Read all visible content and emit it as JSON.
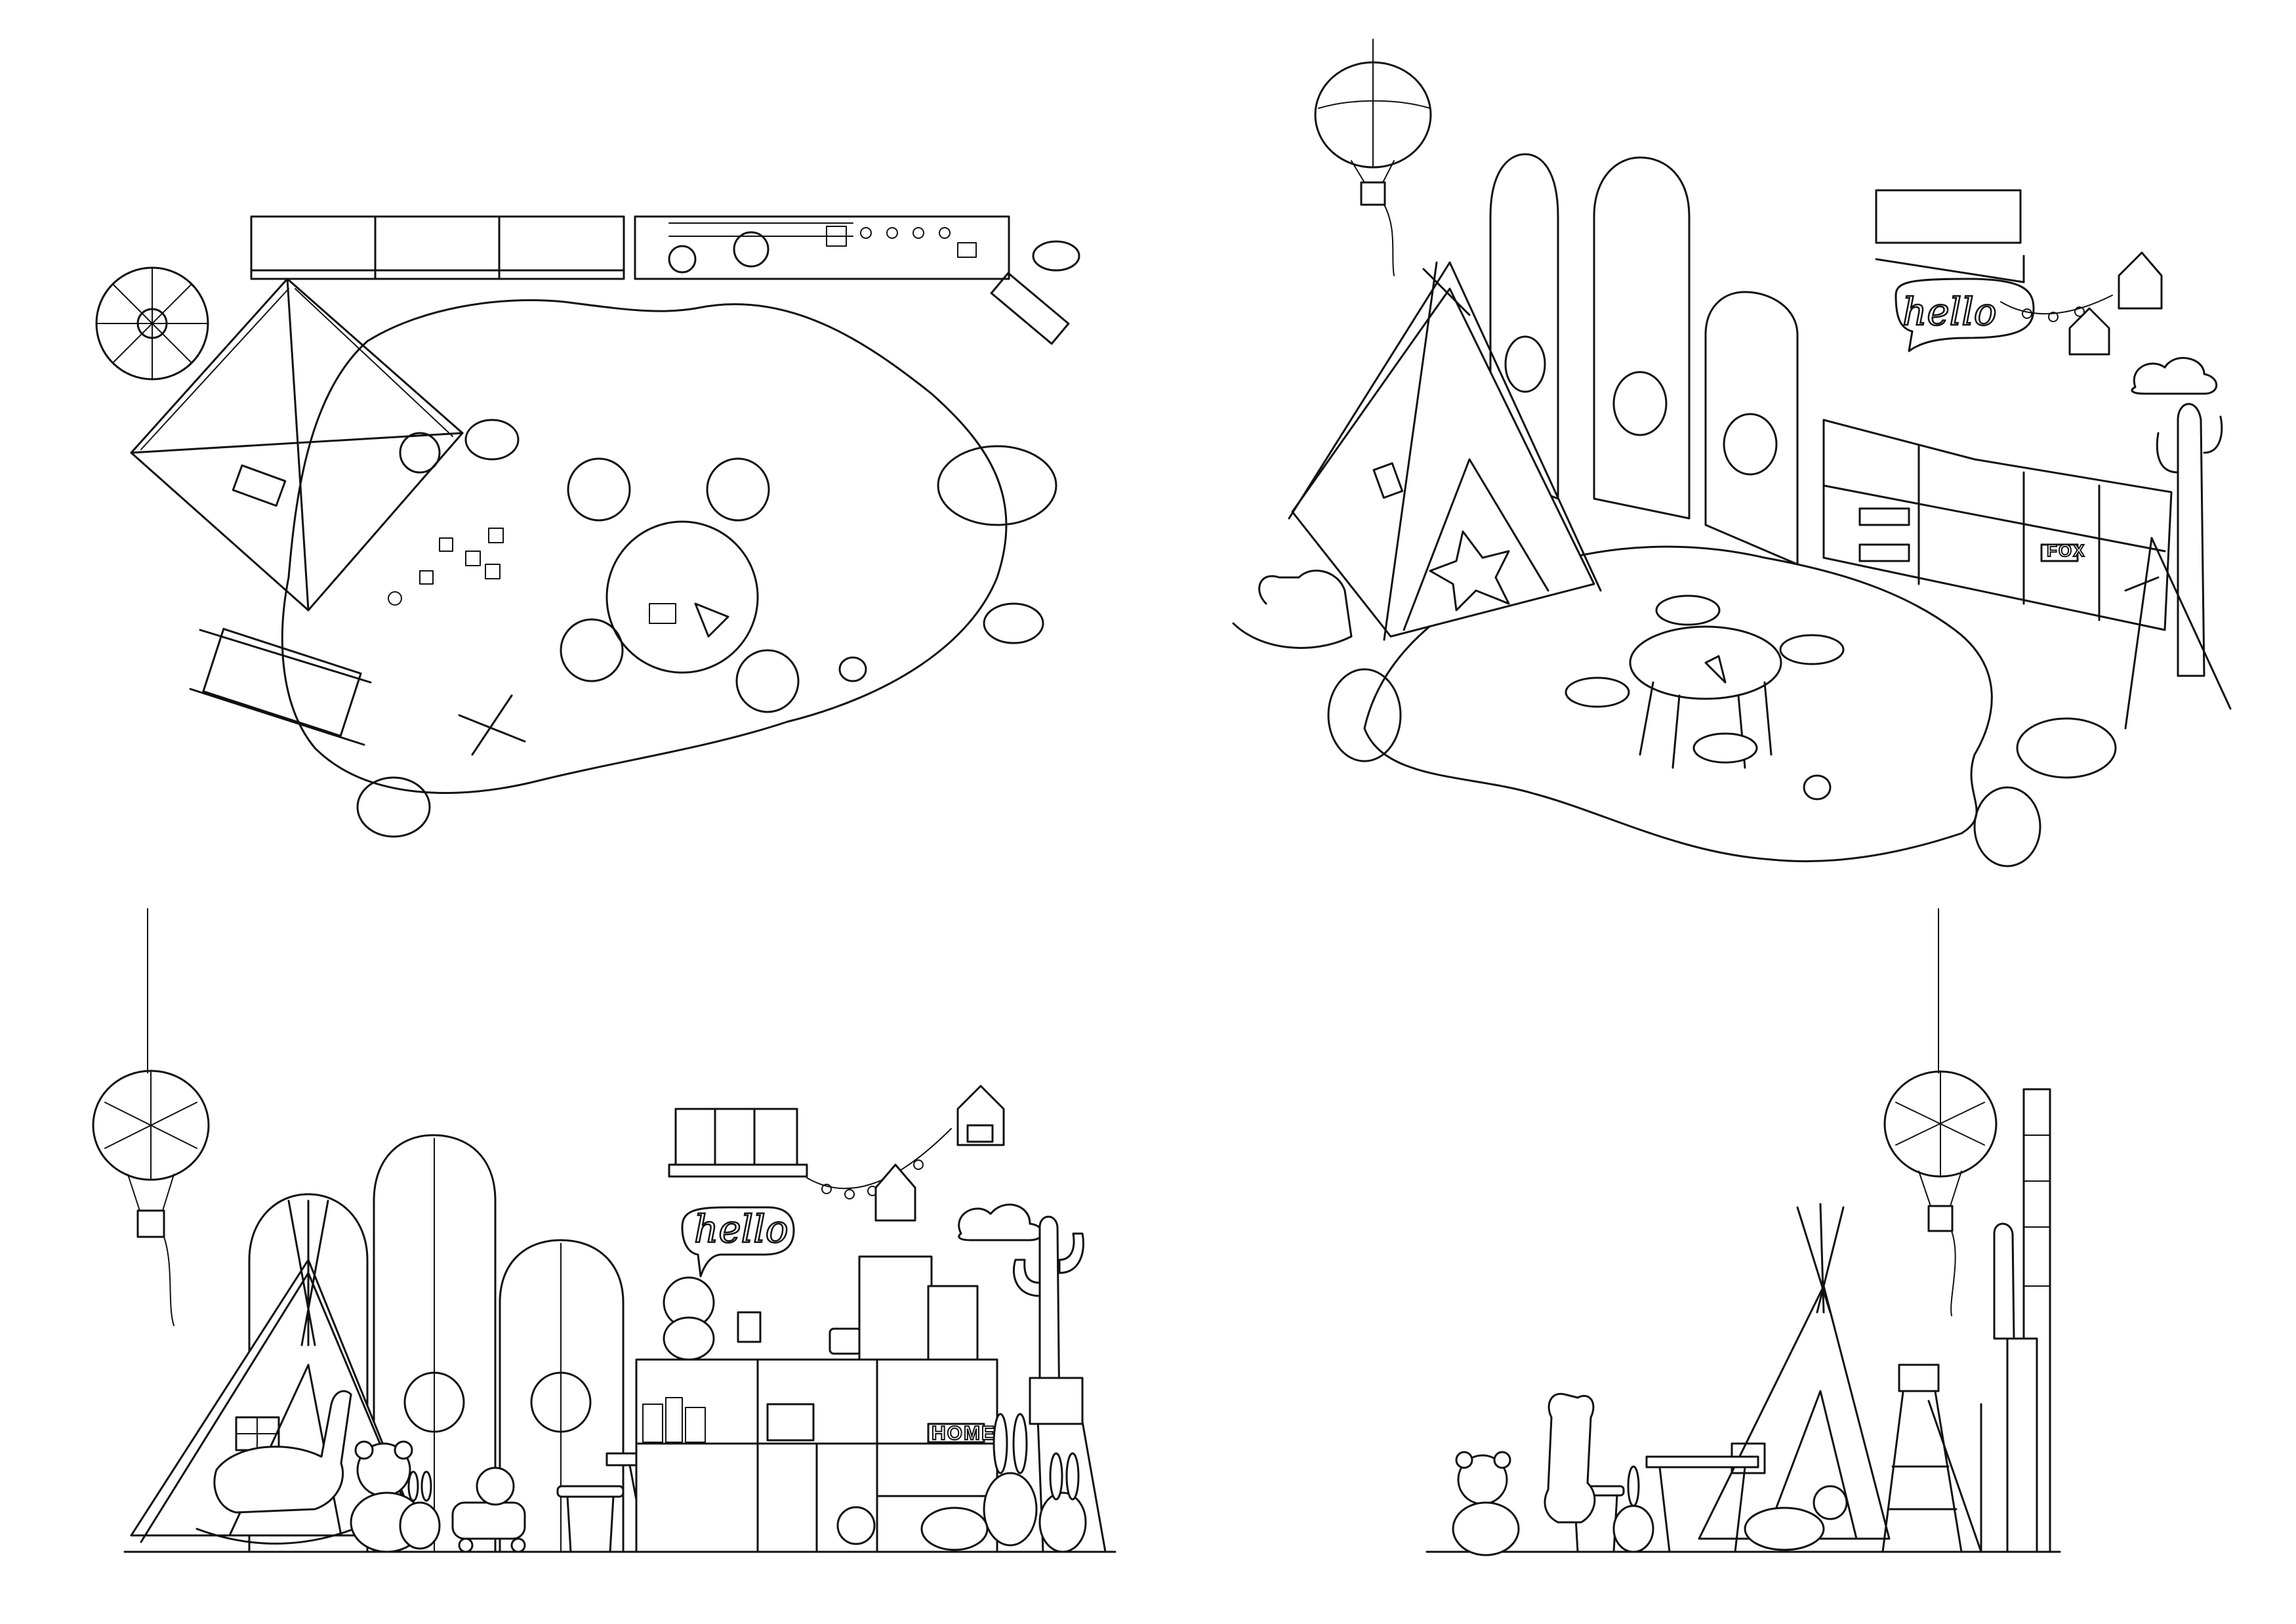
{
  "drawing": {
    "views": [
      {
        "name": "plan"
      },
      {
        "name": "axonometric"
      },
      {
        "name": "front-elevation"
      },
      {
        "name": "side-elevation"
      }
    ],
    "sign_text": "hello",
    "box_text": "HOME",
    "box_text_iso": "FOX"
  }
}
